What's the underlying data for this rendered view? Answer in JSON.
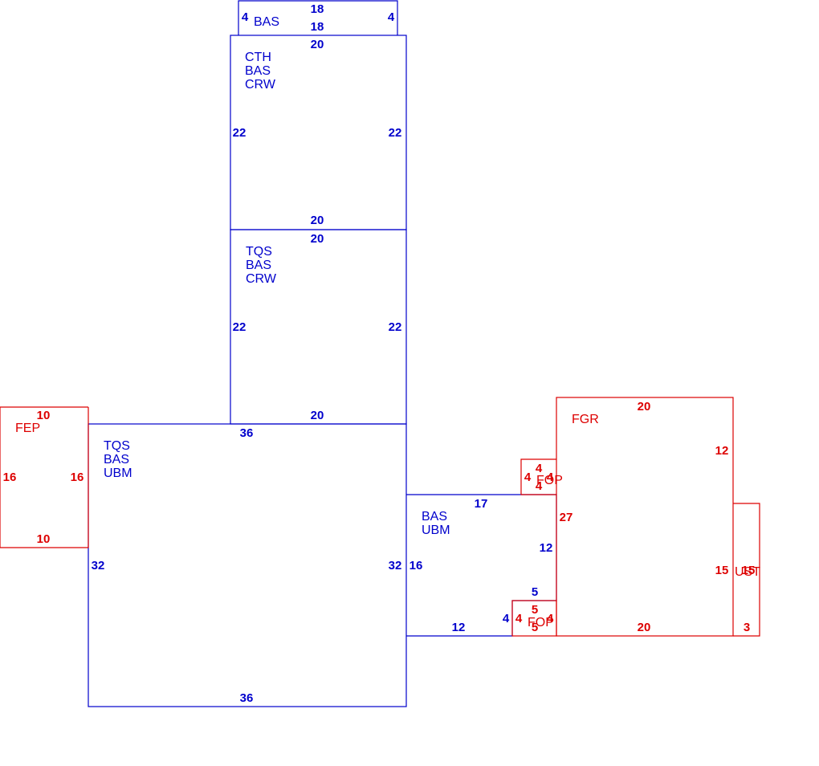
{
  "colors": {
    "living": "#0000cc",
    "auxiliary": "#dd0000",
    "background": "#ffffff"
  },
  "areas": [
    {
      "id": "bas-top",
      "color": "living",
      "labels": [
        "BAS"
      ],
      "dims": [
        "18",
        "18",
        "4",
        "4"
      ]
    },
    {
      "id": "cth-block",
      "color": "living",
      "labels": [
        "CTH",
        "BAS",
        "CRW"
      ],
      "dims": [
        "20",
        "20",
        "22",
        "22"
      ]
    },
    {
      "id": "tqs-upper",
      "color": "living",
      "labels": [
        "TQS",
        "BAS",
        "CRW"
      ],
      "dims": [
        "20",
        "20",
        "22",
        "22"
      ]
    },
    {
      "id": "tqs-main",
      "color": "living",
      "labels": [
        "TQS",
        "BAS",
        "UBM"
      ],
      "dims": [
        "36",
        "36",
        "32",
        "32"
      ]
    },
    {
      "id": "fep",
      "color": "auxiliary",
      "labels": [
        "FEP"
      ],
      "dims": [
        "10",
        "10",
        "16",
        "16"
      ]
    },
    {
      "id": "bas-ubm",
      "color": "living",
      "labels": [
        "BAS",
        "UBM"
      ],
      "dims": [
        "17",
        "16",
        "12",
        "12",
        "5",
        "4"
      ]
    },
    {
      "id": "fop-upper",
      "color": "auxiliary",
      "labels": [
        "FOP"
      ],
      "dims": [
        "4",
        "4",
        "4",
        "4"
      ]
    },
    {
      "id": "fop-lower",
      "color": "auxiliary",
      "labels": [
        "FOP"
      ],
      "dims": [
        "5",
        "5",
        "4",
        "4"
      ]
    },
    {
      "id": "fgr",
      "color": "auxiliary",
      "labels": [
        "FGR"
      ],
      "dims": [
        "20",
        "20",
        "12",
        "27",
        "15"
      ]
    },
    {
      "id": "ust",
      "color": "auxiliary",
      "labels": [
        "UST"
      ],
      "dims": [
        "15",
        "3"
      ]
    }
  ]
}
